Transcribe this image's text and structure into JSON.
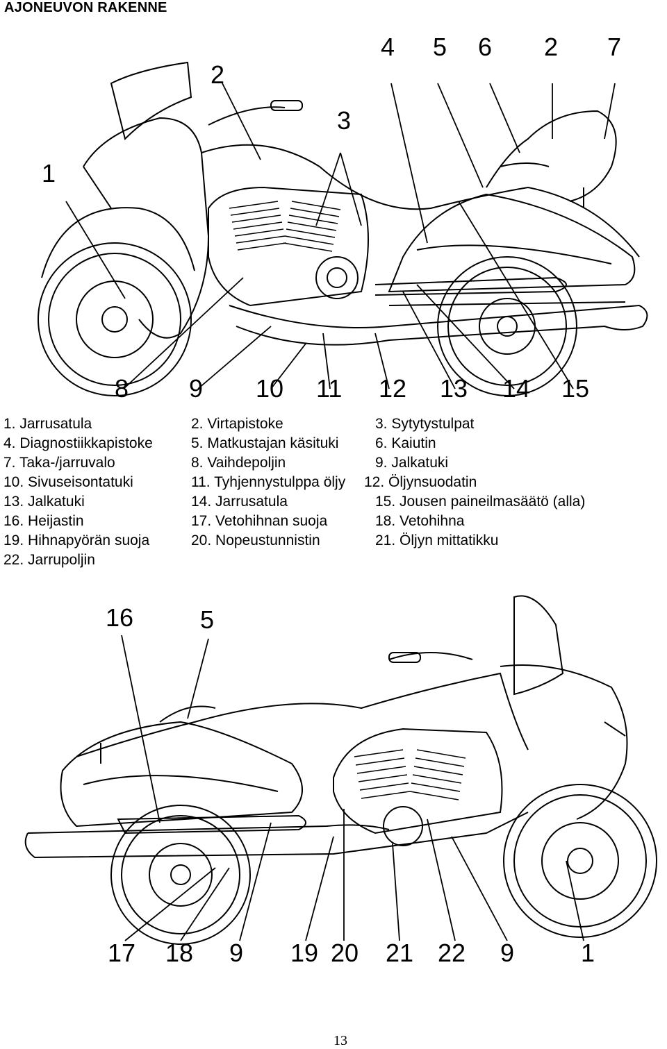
{
  "title": "AJONEUVON RAKENNE",
  "page_number": "13",
  "top_diagram": {
    "callouts": [
      "1",
      "2",
      "3",
      "4",
      "5",
      "6",
      "2",
      "7",
      "8",
      "9",
      "10",
      "11",
      "12",
      "13",
      "14",
      "15"
    ]
  },
  "bottom_diagram": {
    "callouts": [
      "16",
      "5",
      "17",
      "18",
      "9",
      "19",
      "20",
      "21",
      "22",
      "9",
      "1"
    ]
  },
  "legend": [
    [
      "1. Jarrusatula",
      "2. Virtapistoke",
      "3. Sytytystulpat"
    ],
    [
      "4. Diagnostiikkapistoke",
      "5. Matkustajan käsituki",
      "6. Kaiutin"
    ],
    [
      "7. Taka-/jarruvalo",
      "8. Vaihdepoljin",
      "9. Jalkatuki"
    ],
    [
      "10. Sivuseisontatuki",
      "11. Tyhjennystulppa öljy",
      "12. Öljynsuodatin"
    ],
    [
      "13. Jalkatuki",
      "14. Jarrusatula",
      "15. Jousen paineilmasäätö (alla)"
    ],
    [
      "16. Heijastin",
      "17. Vetohihnan suoja",
      "18. Vetohihna"
    ],
    [
      "19. Hihnapyörän suoja",
      "20. Nopeustunnistin",
      "21. Öljyn mittatikku"
    ],
    [
      "22. Jarrupoljin"
    ]
  ]
}
